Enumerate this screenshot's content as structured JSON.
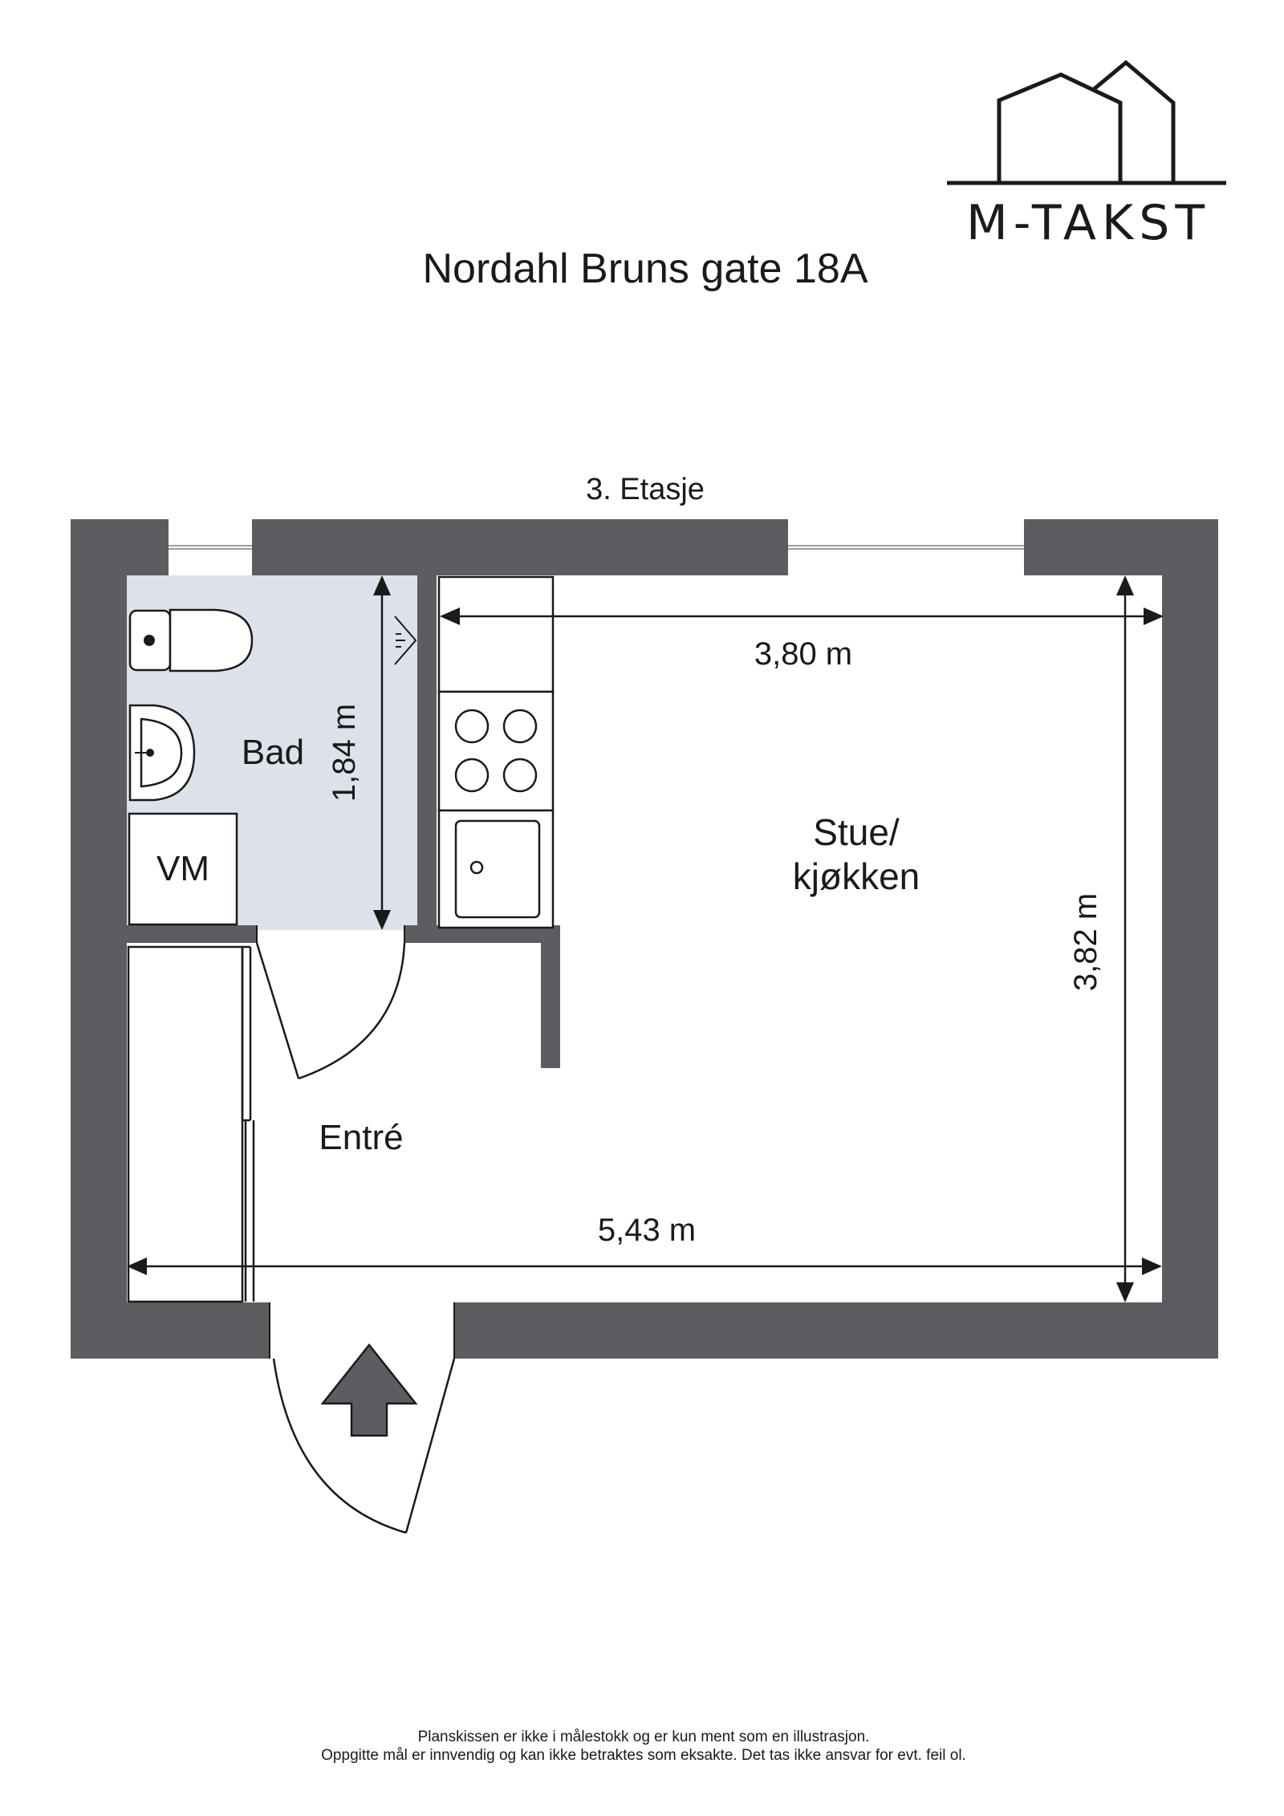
{
  "brand": {
    "name": "M-TAKST"
  },
  "header": {
    "address": "Nordahl Bruns gate 18A"
  },
  "floor": {
    "label": "3. Etasje"
  },
  "rooms": {
    "bath": "Bad",
    "washer": "VM",
    "living_kitchen_line1": "Stue/",
    "living_kitchen_line2": "kjøkken",
    "entry": "Entré"
  },
  "dimensions": {
    "bath_height": "1,84 m",
    "living_width": "3,80 m",
    "living_height": "3,82 m",
    "total_width": "5,43 m"
  },
  "disclaimer": {
    "line1": "Planskissen er ikke i målestokk og er kun ment som en illustrasjon.",
    "line2": "Oppgitte mål er innvendig og kan ikke betraktes som eksakte. Det tas ikke ansvar for evt. feil ol."
  },
  "colors": {
    "wall": "#5b5d60",
    "bath_floor": "#dde2ea",
    "line": "#1a1a1a"
  }
}
